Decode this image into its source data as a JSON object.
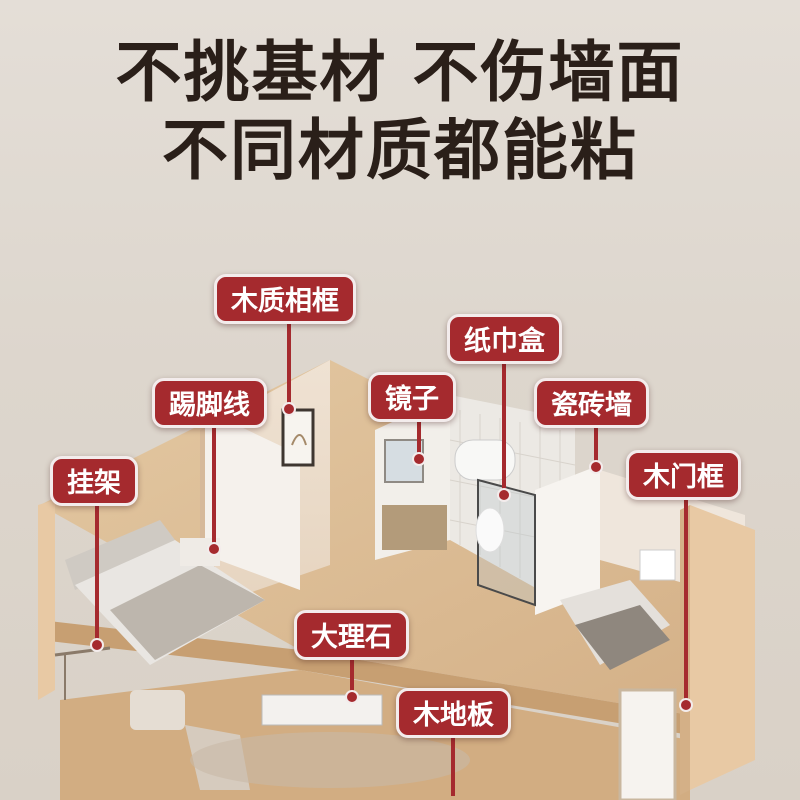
{
  "headline": {
    "line1": "不挑基材 不伤墙面",
    "line2": "不同材质都能粘"
  },
  "labels": {
    "wood_frame": "木质相框",
    "tissue_box": "纸巾盒",
    "baseboard": "踢脚线",
    "mirror": "镜子",
    "tile_wall": "瓷砖墙",
    "hanger": "挂架",
    "door_frame": "木门框",
    "marble": "大理石",
    "wood_floor": "木地板"
  },
  "colors": {
    "tag_red": "#a52a2e",
    "headline_text": "#2a1f19",
    "background": "#e0d9d1"
  }
}
